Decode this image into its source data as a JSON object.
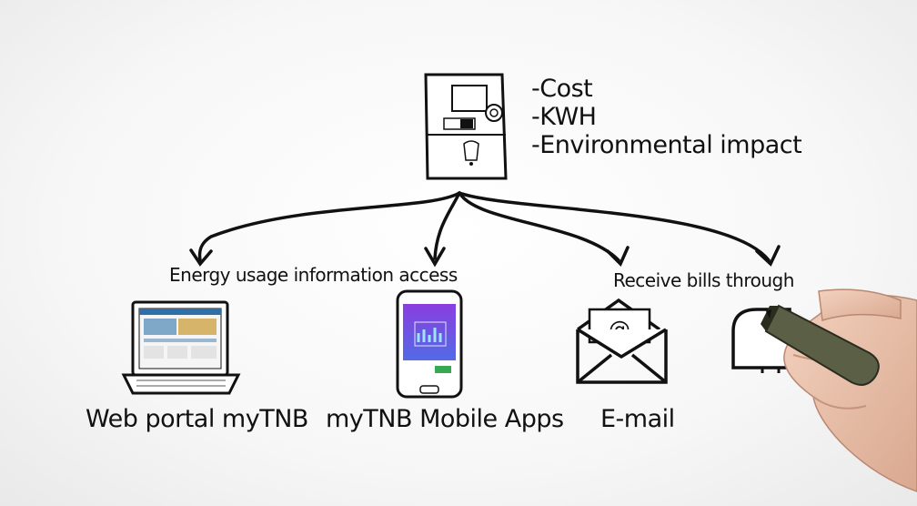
{
  "meter": {
    "bullets": [
      "-Cost",
      "-KWH",
      "-Environmental impact"
    ]
  },
  "groups": {
    "energy_access": "Energy usage information access",
    "receive_bills": "Receive bills through"
  },
  "channels": [
    {
      "label": "Web portal myTNB",
      "icon": "laptop-icon"
    },
    {
      "label": "myTNB Mobile Apps",
      "icon": "smartphone-icon"
    },
    {
      "label": "E-mail",
      "icon": "envelope-icon"
    },
    {
      "label": "",
      "icon": "mailbox-icon"
    }
  ],
  "colors": {
    "ink": "#111111",
    "phone_screen": "#7b3fd8",
    "marker_body": "#5a5f45"
  }
}
